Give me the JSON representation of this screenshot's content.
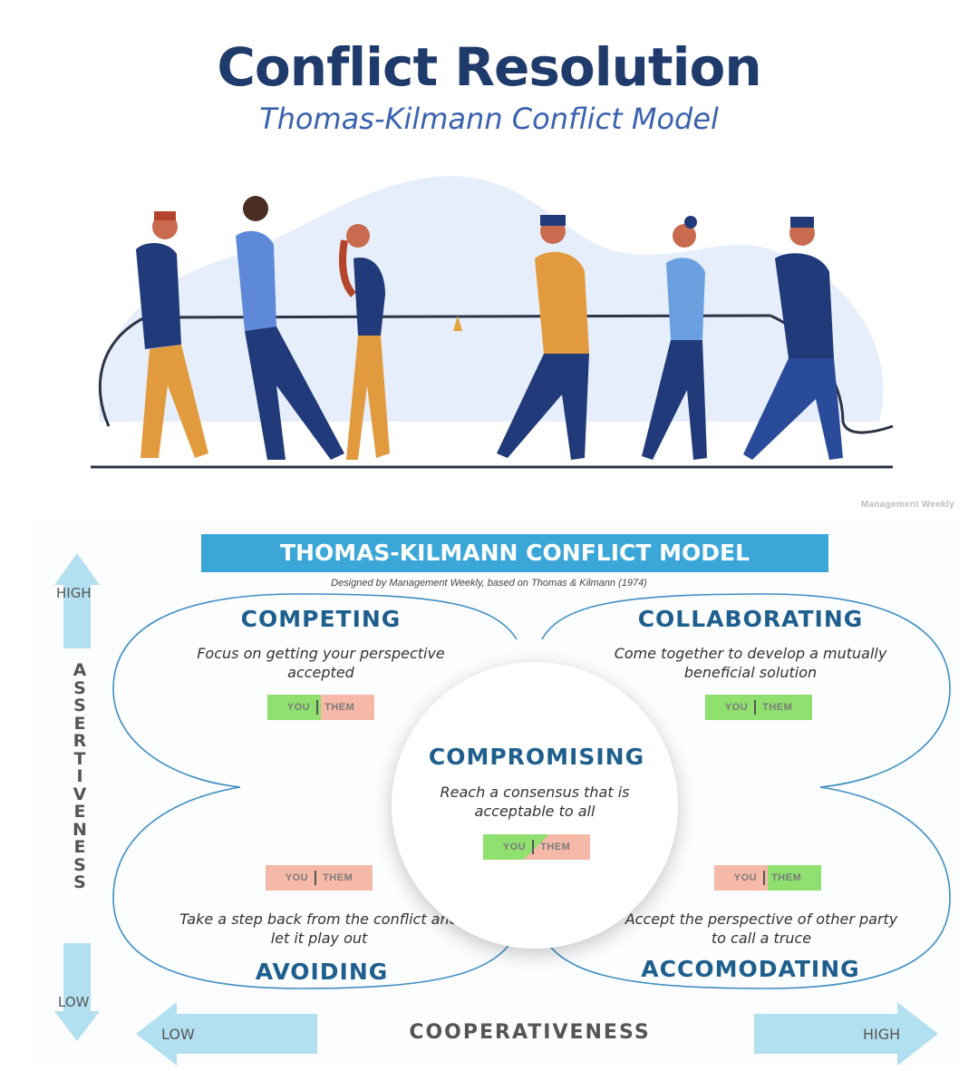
{
  "header": {
    "title": "Conflict Resolution",
    "subtitle": "Thomas-Kilmann Conflict Model"
  },
  "watermark": "Management Weekly",
  "model": {
    "banner": "THOMAS-KILMANN CONFLICT MODEL",
    "credit": "Designed by Management Weekly, based on Thomas & Kilmann (1974)"
  },
  "zones": {
    "competing": {
      "title": "COMPETING",
      "description": "Focus on getting your perspective accepted",
      "you": "YOU",
      "them": "THEM"
    },
    "collaborating": {
      "title": "COLLABORATING",
      "description": "Come together to develop a mutually beneficial solution",
      "you": "YOU",
      "them": "THEM"
    },
    "compromising": {
      "title": "COMPROMISING",
      "description": "Reach a consensus that is acceptable to all",
      "you": "YOU",
      "them": "THEM"
    },
    "avoiding": {
      "title": "AVOIDING",
      "description": "Take a step back from the conflict and let it play out",
      "you": "YOU",
      "them": "THEM"
    },
    "accommodating": {
      "title": "ACCOMODATING",
      "description": "Accept the perspective of other party to call a truce",
      "you": "YOU",
      "them": "THEM"
    }
  },
  "axes": {
    "vertical": {
      "label": "ASSERTIVENESS",
      "high": "HIGH",
      "low": "LOW"
    },
    "horizontal": {
      "label": "COOPERATIVENESS",
      "low": "LOW",
      "high": "HIGH"
    }
  },
  "colors": {
    "navy": "#1f3b6c",
    "accent_blue": "#3aa7d8",
    "arrow_blue": "#b3e0f0",
    "green": "#8fe06f",
    "pink": "#f6b9a8",
    "loop_stroke": "#3f8fc2"
  }
}
